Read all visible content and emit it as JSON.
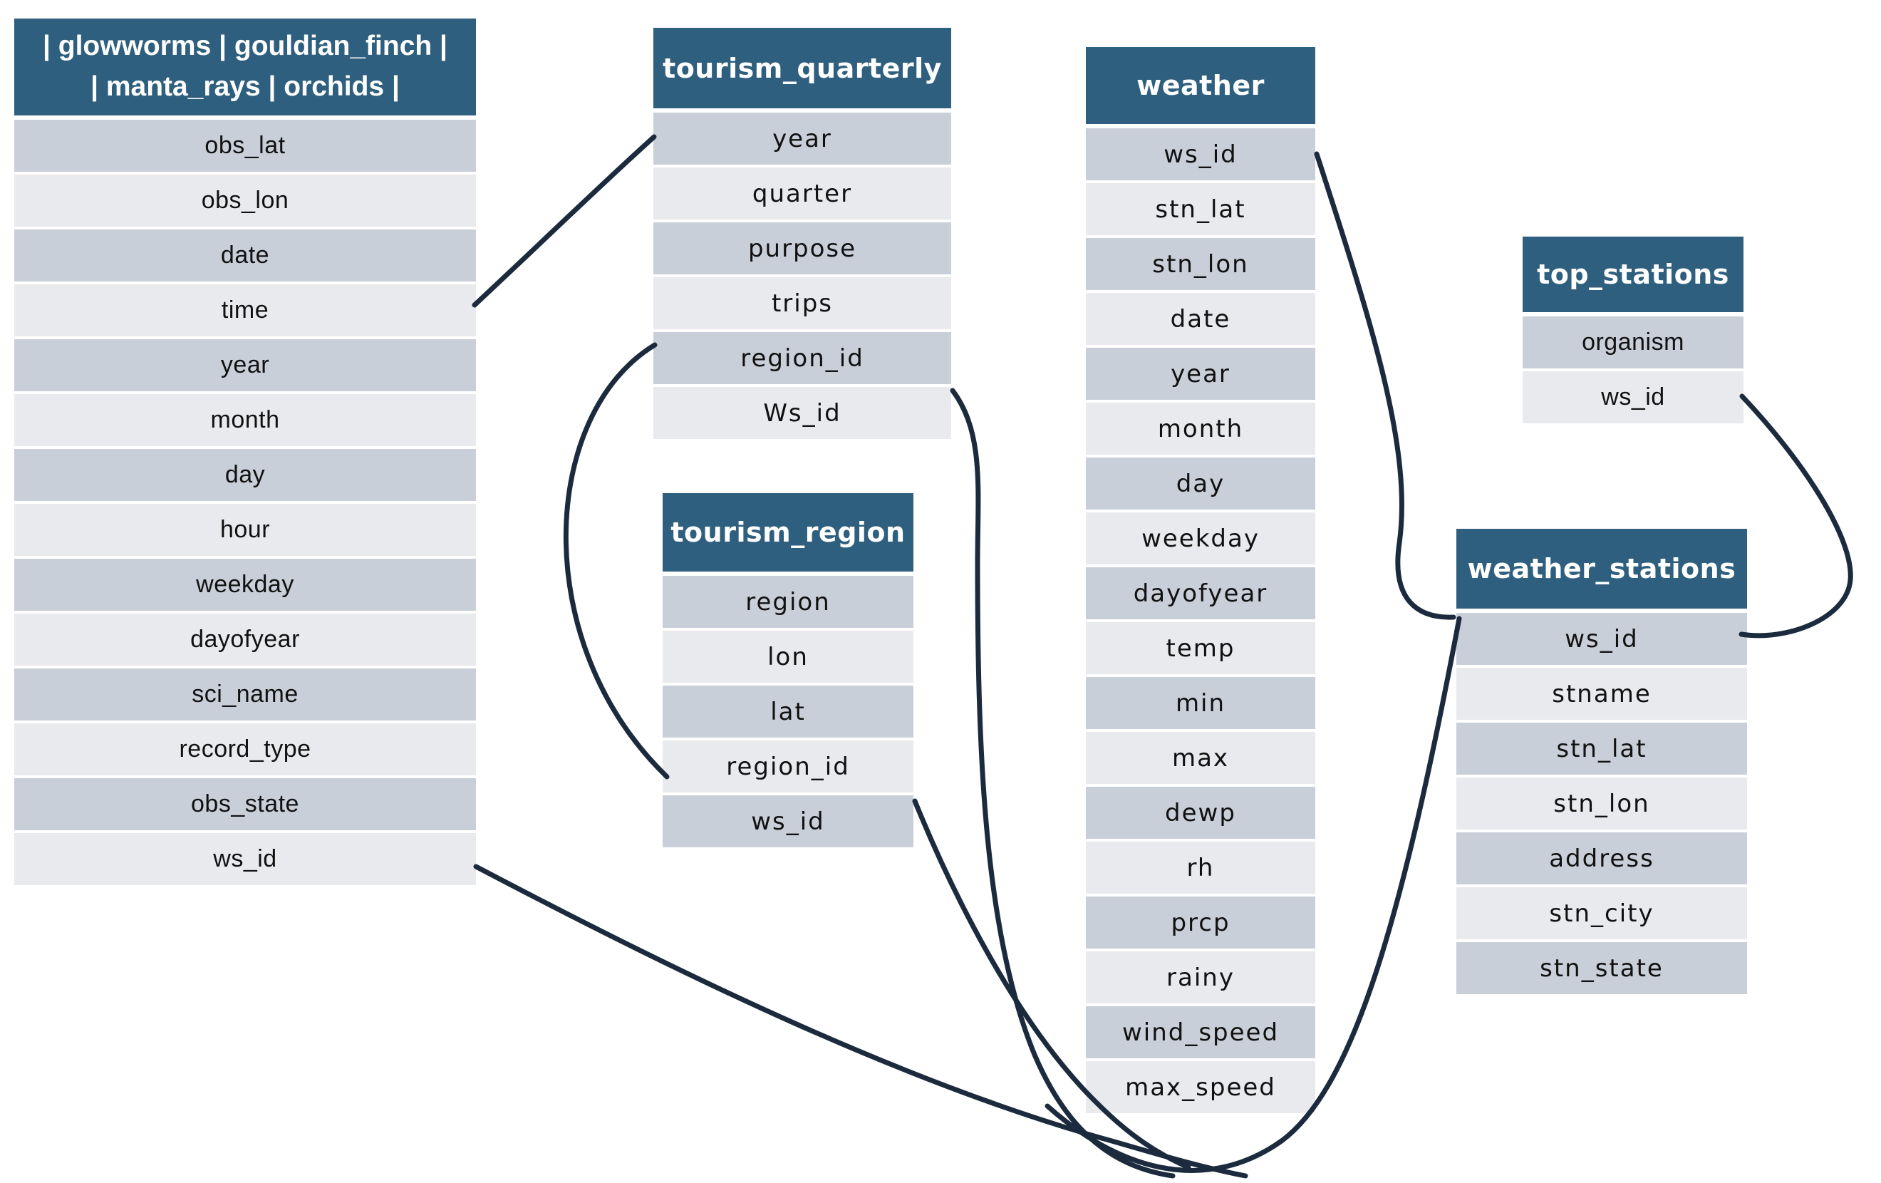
{
  "colors": {
    "header_bg": "#2f5f7e",
    "row_dark": "#c9cfd8",
    "row_light": "#e8eaed",
    "connector": "#1b2b3d",
    "header_text": "#ffffff",
    "row_text": "#111111"
  },
  "tables": {
    "observations": {
      "title": "| glowworms | gouldian_finch |\n| manta_rays | orchids |",
      "fields": [
        "obs_lat",
        "obs_lon",
        "date",
        "time",
        "year",
        "month",
        "day",
        "hour",
        "weekday",
        "dayofyear",
        "sci_name",
        "record_type",
        "obs_state",
        "ws_id"
      ]
    },
    "tourism_quarterly": {
      "title": "tourism_quarterly",
      "fields": [
        "year",
        "quarter",
        "purpose",
        "trips",
        "region_id",
        "Ws_id"
      ]
    },
    "tourism_region": {
      "title": "tourism_region",
      "fields": [
        "region",
        "lon",
        "lat",
        "region_id",
        "ws_id"
      ]
    },
    "weather": {
      "title": "weather",
      "fields": [
        "ws_id",
        "stn_lat",
        "stn_lon",
        "date",
        "year",
        "month",
        "day",
        "weekday",
        "dayofyear",
        "temp",
        "min",
        "max",
        "dewp",
        "rh",
        "prcp",
        "rainy",
        "wind_speed",
        "max_speed"
      ]
    },
    "top_stations": {
      "title": "top_stations",
      "fields": [
        "organism",
        "ws_id"
      ]
    },
    "weather_stations": {
      "title": "weather_stations",
      "fields": [
        "ws_id",
        "stname",
        "stn_lat",
        "stn_lon",
        "address",
        "stn_city",
        "stn_state"
      ]
    }
  },
  "relationships": [
    {
      "from": "observations.time",
      "to": "tourism_quarterly.year"
    },
    {
      "from": "tourism_quarterly.region_id",
      "to": "tourism_region.region_id"
    },
    {
      "from": "tourism_quarterly.Ws_id",
      "to": "weather_stations.ws_id"
    },
    {
      "from": "tourism_region.ws_id",
      "to": "weather_stations.ws_id"
    },
    {
      "from": "observations.ws_id",
      "to": "weather_stations.ws_id"
    },
    {
      "from": "weather.ws_id",
      "to": "weather_stations.ws_id"
    },
    {
      "from": "top_stations.ws_id",
      "to": "weather_stations.ws_id"
    }
  ]
}
